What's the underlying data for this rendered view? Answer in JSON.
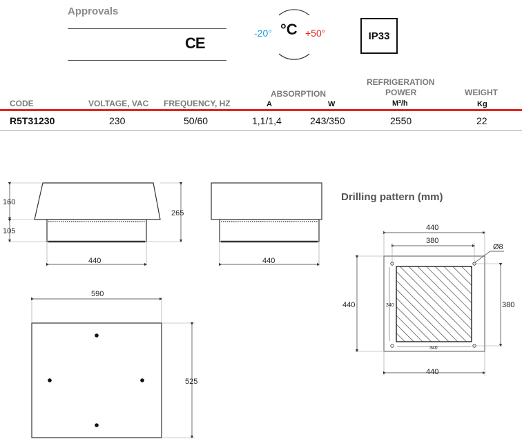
{
  "approvals": {
    "title": "Approvals",
    "ce_mark": "CE"
  },
  "temperature": {
    "min": "-20°",
    "unit": "°C",
    "max": "+50°",
    "min_color": "#1a9ad6",
    "max_color": "#e0261d"
  },
  "protection": {
    "rating": "IP33"
  },
  "table": {
    "headers": {
      "code": "CODE",
      "voltage": "VOLTAGE, VAC",
      "frequency": "FREQUENCY, HZ",
      "absorption": "ABSORPTION",
      "absorption_a": "A",
      "absorption_w": "W",
      "refrigeration_line1": "REFRIGERATION",
      "refrigeration_line2": "POWER",
      "refrigeration_unit": "M³/h",
      "weight": "WEIGHT",
      "weight_unit": "Kg"
    },
    "row": {
      "code": "R5T31230",
      "voltage": "230",
      "frequency": "50/60",
      "absorption_a": "1,1/1,4",
      "absorption_w": "243/350",
      "refrigeration": "2550",
      "weight": "22"
    },
    "accent_color": "#e0261d"
  },
  "drawings": {
    "front_view": {
      "height_top": "160",
      "height_bottom": "105",
      "total_height": "265",
      "width": "440"
    },
    "side_view": {
      "width": "440"
    },
    "top_view": {
      "width": "590",
      "depth": "525"
    },
    "drilling": {
      "title": "Drilling pattern (mm)",
      "outer_width_top": "440",
      "inner_width": "380",
      "hole_diameter": "Ø8",
      "outer_height": "440",
      "inner_height_left": "340",
      "inner_height_right": "380",
      "cut_width": "340",
      "outer_width_bottom": "440"
    }
  }
}
